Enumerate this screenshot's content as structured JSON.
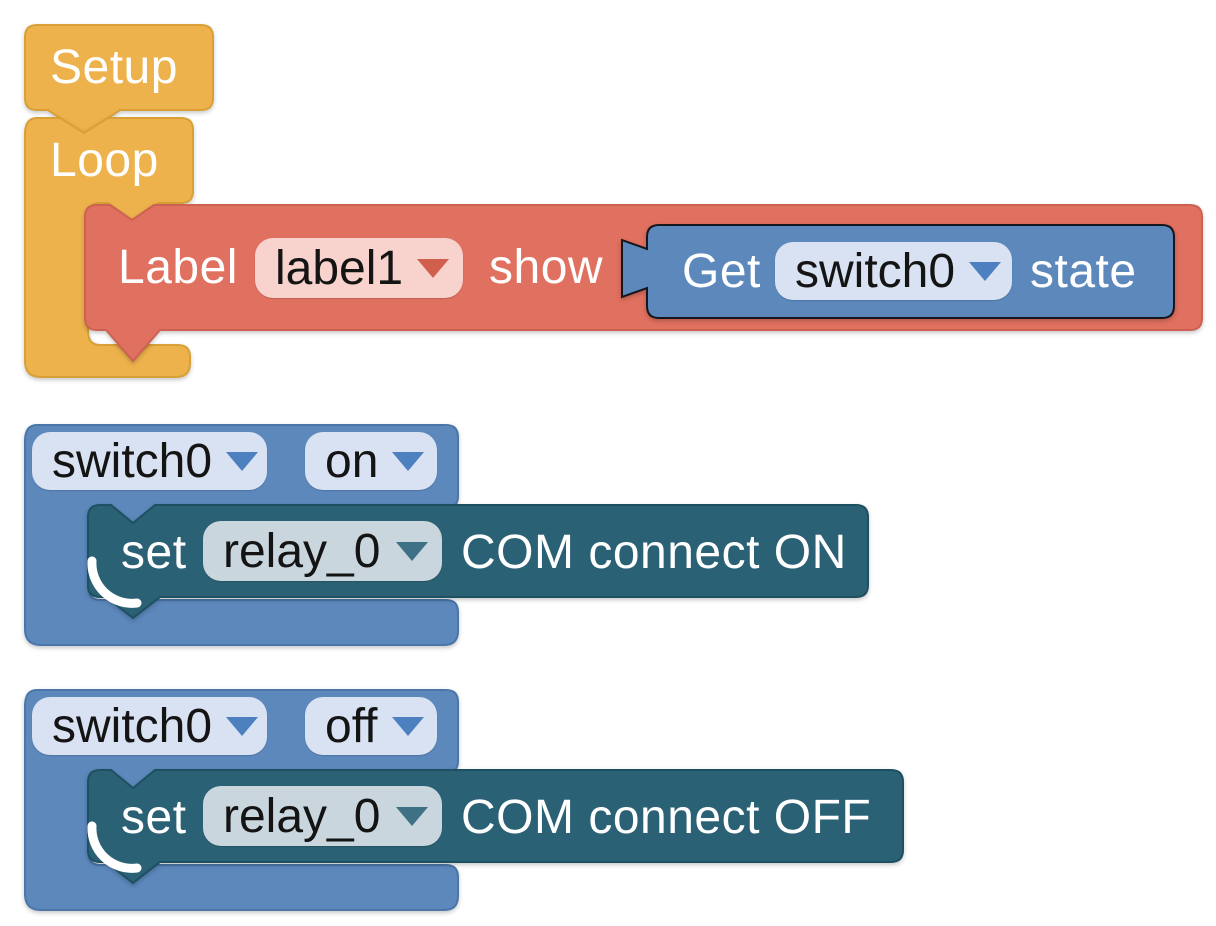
{
  "canvas": {
    "background": "#ffffff"
  },
  "colors": {
    "yellow": "#EDB24C",
    "red": "#E0705F",
    "red_dropdown_bg": "#F8D2CC",
    "red_dropdown_arrow": "#D05F4E",
    "blue": "#5C88BC",
    "blue_dropdown_bg": "#D8E2F2",
    "blue_dropdown_arrow": "#4D80BE",
    "teal": "#2B6174",
    "teal_dropdown_bg": "#C9D6DE",
    "teal_dropdown_arrow": "#3E7186",
    "label_text": "#FFFFFF",
    "dropdown_text": "#141414"
  },
  "blocks": {
    "setup": {
      "label": "Setup"
    },
    "loop": {
      "label": "Loop"
    },
    "label_show": {
      "word1": "Label",
      "dropdown_value": "label1",
      "word2": "show"
    },
    "get_state": {
      "word1": "Get",
      "dropdown_value": "switch0",
      "word2": "state"
    },
    "switch_on": {
      "dropdown1_value": "switch0",
      "dropdown2_value": "on",
      "set_relay": {
        "word1": "set",
        "dropdown_value": "relay_0",
        "word2": "COM connect ON"
      }
    },
    "switch_off": {
      "dropdown1_value": "switch0",
      "dropdown2_value": "off",
      "set_relay": {
        "word1": "set",
        "dropdown_value": "relay_0",
        "word2": "COM connect OFF"
      }
    }
  }
}
